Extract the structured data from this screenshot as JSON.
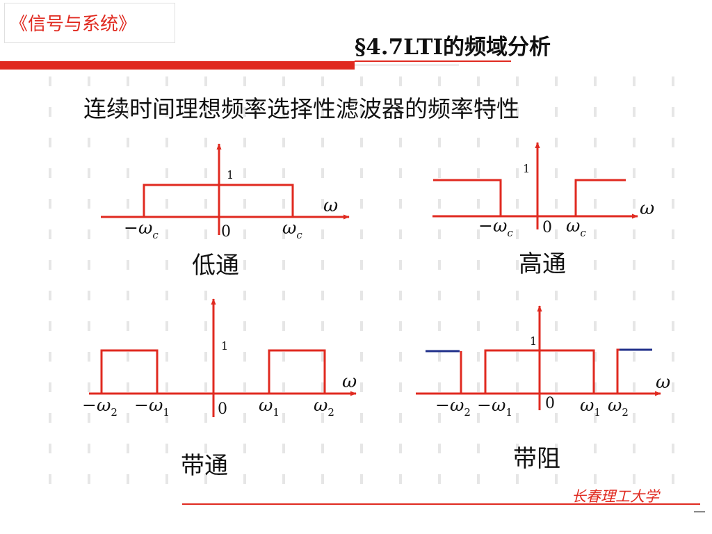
{
  "header": {
    "course_title": "《信号与系统》",
    "section_title": "§4.7LTI的频域分析"
  },
  "main_title": "连续时间理想频率选择性滤波器的频率特性",
  "axis_symbol": "ω",
  "unit_level": "1",
  "origin_label": "0",
  "plots": {
    "lowpass": {
      "caption": "低通",
      "labels": {
        "neg_c_sign": "−",
        "neg_c_main": "ω",
        "neg_c_sub": "c",
        "pos_c_main": "ω",
        "pos_c_sub": "c"
      }
    },
    "highpass": {
      "caption": "高通",
      "labels": {
        "neg_c_sign": "−",
        "neg_c_main": "ω",
        "neg_c_sub": "c",
        "pos_c_main": "ω",
        "pos_c_sub": "c"
      }
    },
    "bandpass": {
      "caption": "带通",
      "labels": {
        "neg2_sign": "−",
        "neg2_main": "ω",
        "neg2_sub": "2",
        "neg1_sign": "−",
        "neg1_main": "ω",
        "neg1_sub": "1",
        "pos1_main": "ω",
        "pos1_sub": "1",
        "pos2_main": "ω",
        "pos2_sub": "2"
      }
    },
    "bandstop": {
      "caption": "带阻",
      "labels": {
        "neg2_sign": "−",
        "neg2_main": "ω",
        "neg2_sub": "2",
        "neg1_sign": "−",
        "neg1_main": "ω",
        "neg1_sub": "1",
        "pos1_main": "ω",
        "pos1_sub": "1",
        "pos2_main": "ω",
        "pos2_sub": "2"
      }
    }
  },
  "footer": {
    "institution": "长春理工大学"
  },
  "colors": {
    "accent": "#e02a20",
    "ink": "#111111",
    "stopband_mark": "#1f2f8a"
  }
}
